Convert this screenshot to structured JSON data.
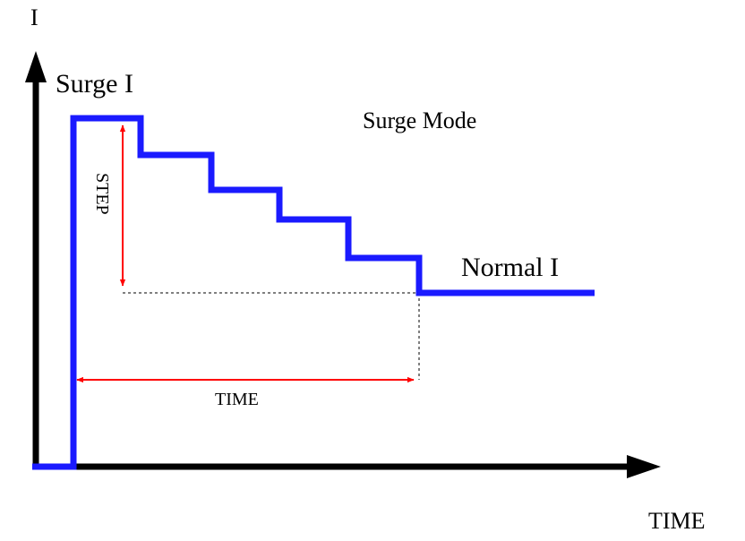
{
  "axes": {
    "y_label": "I",
    "x_label": "TIME"
  },
  "labels": {
    "surge": "Surge I",
    "normal": "Normal I",
    "mode": "Surge Mode",
    "step": "STEP",
    "time_span": "TIME"
  },
  "colors": {
    "waveform": "#1a1aff",
    "dimension_arrows": "#ff0000",
    "axes": "#000000",
    "guide_lines": "#000000"
  }
}
